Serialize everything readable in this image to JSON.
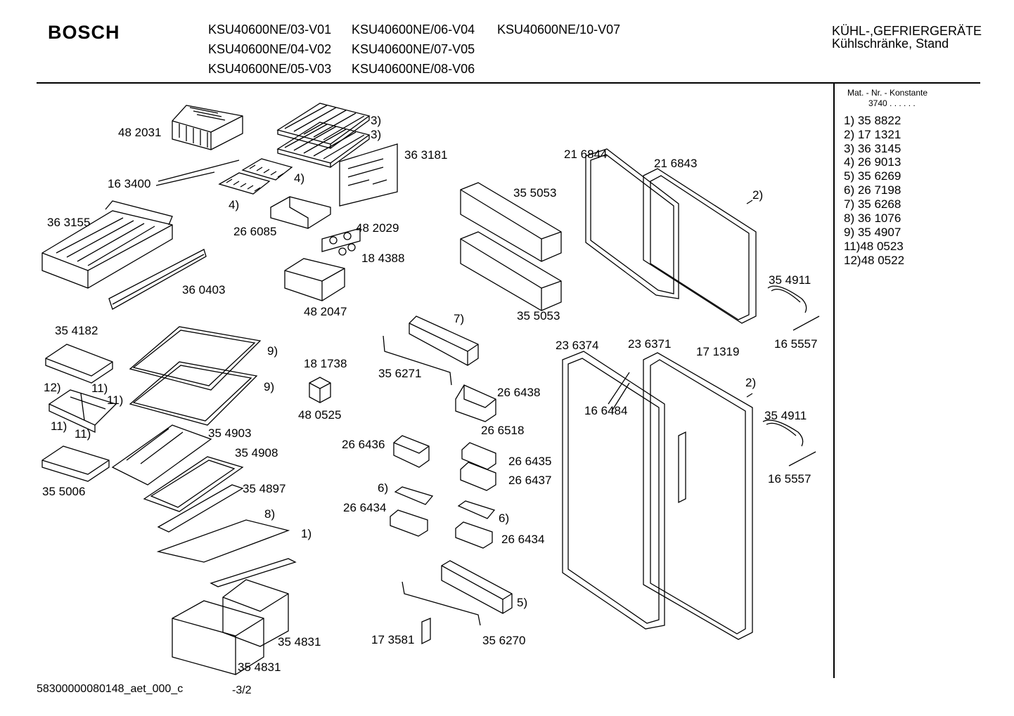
{
  "header": {
    "brand": "BOSCH",
    "models": [
      "KSU40600NE/03-V01",
      "KSU40600NE/06-V04",
      "KSU40600NE/10-V07",
      "KSU40600NE/04-V02",
      "KSU40600NE/07-V05",
      "KSU40600NE/05-V03",
      "KSU40600NE/08-V06"
    ],
    "category_line1": "KÜHL-,GEFRIERGERÄTE",
    "category_line2": "Kühlschränke, Stand"
  },
  "side_panel": {
    "mat_label": "Mat. - Nr. - Konstante",
    "mat_value": "3740 . .   . . . .",
    "legend": [
      "1) 35 8822",
      "2) 17 1321",
      "3) 36 3145",
      "4) 26 9013",
      "5) 35 6269",
      "6) 26 7198",
      "7) 35 6268",
      "8) 36 1076",
      "9) 35 4907",
      "11)48 0523",
      "12)48 0522"
    ]
  },
  "parts": [
    "48 2031",
    "3)",
    "3)",
    "36 3181",
    "16 3400",
    "4)",
    "4)",
    "26 6085",
    "48 2029",
    "18 4388",
    "36 3155",
    "36 0403",
    "48 2047",
    "35 5053",
    "35 5053",
    "21 6844",
    "21 6843",
    "2)",
    "35 4911",
    "16 5557",
    "35 4182",
    "9)",
    "9)",
    "12)",
    "11)",
    "11)",
    "11)",
    "11)",
    "18 1738",
    "48 0525",
    "7)",
    "35 6271",
    "35 4903",
    "35 4908",
    "35 4897",
    "35 5006",
    "8)",
    "1)",
    "26 6438",
    "26 6518",
    "26 6436",
    "26 6435",
    "26 6437",
    "6)",
    "26 6434",
    "6)",
    "26 6434",
    "5)",
    "17 3581",
    "35 6270",
    "35 4831",
    "35 4831",
    "23 6374",
    "23 6371",
    "17 1319",
    "16 6484",
    "2)",
    "35 4911",
    "16 5557"
  ],
  "footer": {
    "doc_id": "58300000080148_aet_000_c",
    "page": "-3/2"
  }
}
